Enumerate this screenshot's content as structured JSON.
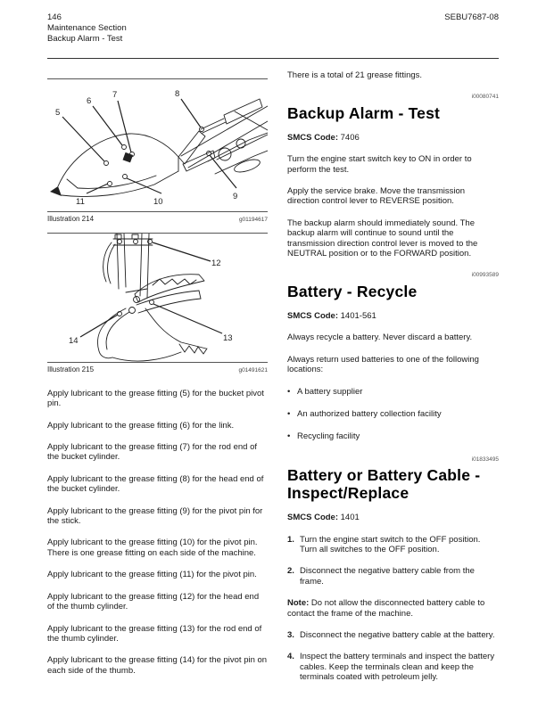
{
  "header": {
    "page_number": "146",
    "section": "Maintenance Section",
    "subsection": "Backup Alarm - Test",
    "doc_code": "SEBU7687-08"
  },
  "glyphs": {
    "bullet": "•"
  },
  "left_column": {
    "illustrations": [
      {
        "caption": "Illustration 214",
        "figure_id": "g01194617",
        "callouts": [
          "5",
          "6",
          "7",
          "8",
          "9",
          "10",
          "11"
        ]
      },
      {
        "caption": "Illustration 215",
        "figure_id": "g01491621",
        "callouts": [
          "12",
          "13",
          "14"
        ]
      }
    ],
    "paragraphs": [
      "Apply lubricant to the grease fitting (5) for the bucket pivot pin.",
      "Apply lubricant to the grease fitting (6) for the link.",
      "Apply lubricant to the grease fitting (7) for the rod end of the bucket cylinder.",
      "Apply lubricant to the grease fitting (8) for the head end of the bucket cylinder.",
      "Apply lubricant to the grease fitting (9) for the pivot pin for the stick.",
      "Apply lubricant to the grease fitting (10) for the pivot pin. There is one grease fitting on each side of the machine.",
      "Apply lubricant to the grease fitting (11) for the pivot pin.",
      "Apply lubricant to the grease fitting (12) for the head end of the thumb cylinder.",
      "Apply lubricant to the grease fitting (13) for the rod end of the thumb cylinder.",
      "Apply lubricant to the grease fitting (14) for the pivot pin on each side of the thumb."
    ]
  },
  "right_column": {
    "intro": "There is a total of 21 grease fittings.",
    "sections": [
      {
        "id_number": "i00080741",
        "title": "Backup Alarm - Test",
        "smcs_label": "SMCS Code:",
        "smcs_value": "7406",
        "paragraphs": [
          "Turn the engine start switch key to ON in order to perform the test.",
          "Apply the service brake. Move the transmission direction control lever to REVERSE position.",
          "The backup alarm should immediately sound. The backup alarm will continue to sound until the transmission direction control lever is moved to the NEUTRAL position or to the FORWARD position."
        ]
      },
      {
        "id_number": "i00993589",
        "title": "Battery - Recycle",
        "smcs_label": "SMCS Code:",
        "smcs_value": "1401-561",
        "paragraphs": [
          "Always recycle a battery. Never discard a battery.",
          "Always return used batteries to one of the following locations:"
        ],
        "bullets": [
          "A battery supplier",
          "An authorized battery collection facility",
          "Recycling facility"
        ]
      },
      {
        "id_number": "i01833495",
        "title": "Battery or Battery Cable - Inspect/Replace",
        "smcs_label": "SMCS Code:",
        "smcs_value": "1401",
        "steps_before_note": [
          {
            "num": "1.",
            "text": "Turn the engine start switch to the OFF position. Turn all switches to the OFF position."
          },
          {
            "num": "2.",
            "text": "Disconnect the negative battery cable from the frame."
          }
        ],
        "note_label": "Note:",
        "note_text": "Do not allow the disconnected battery cable to contact the frame of the machine.",
        "steps_after_note": [
          {
            "num": "3.",
            "text": "Disconnect the negative battery cable at the battery."
          },
          {
            "num": "4.",
            "text": "Inspect the battery terminals and inspect the battery cables. Keep the terminals clean and keep the terminals coated with petroleum jelly."
          }
        ]
      }
    ]
  }
}
